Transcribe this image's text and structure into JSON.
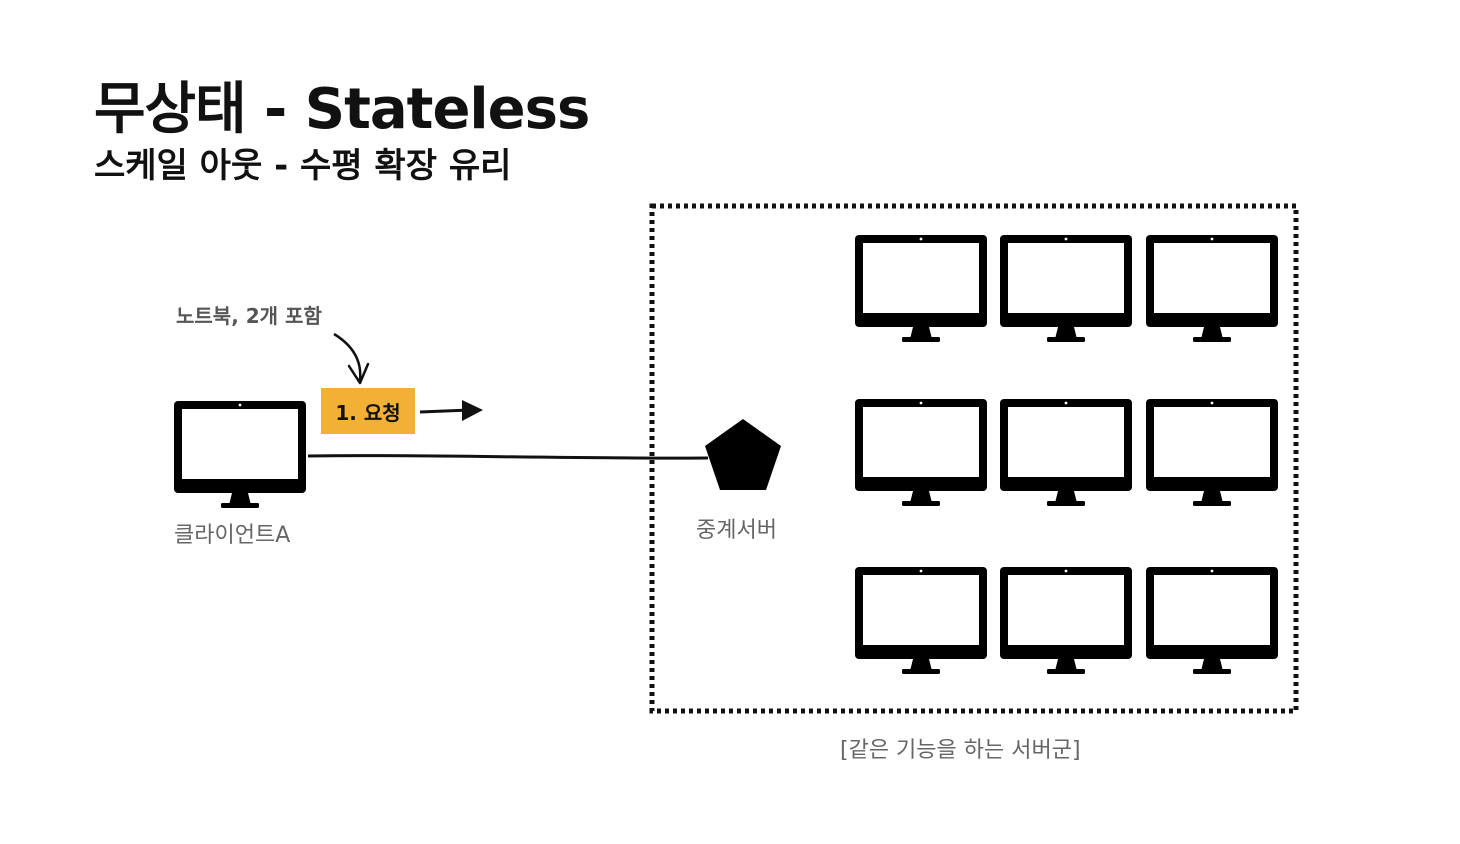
{
  "title": "무상태 - Stateless",
  "subtitle": "스케일 아웃 - 수평 확장 유리",
  "annotation": "노트북, 2개 포함",
  "request": {
    "label": "1. 요청",
    "color": "#f2b134"
  },
  "client": {
    "label": "클라이언트A",
    "icon": "monitor-icon"
  },
  "proxy": {
    "label": "중계서버",
    "icon": "pentagon-icon"
  },
  "server_group": {
    "label": "[같은 기능을 하는 서버군]",
    "icon": "monitor-icon",
    "rows": 3,
    "columns": 3
  }
}
